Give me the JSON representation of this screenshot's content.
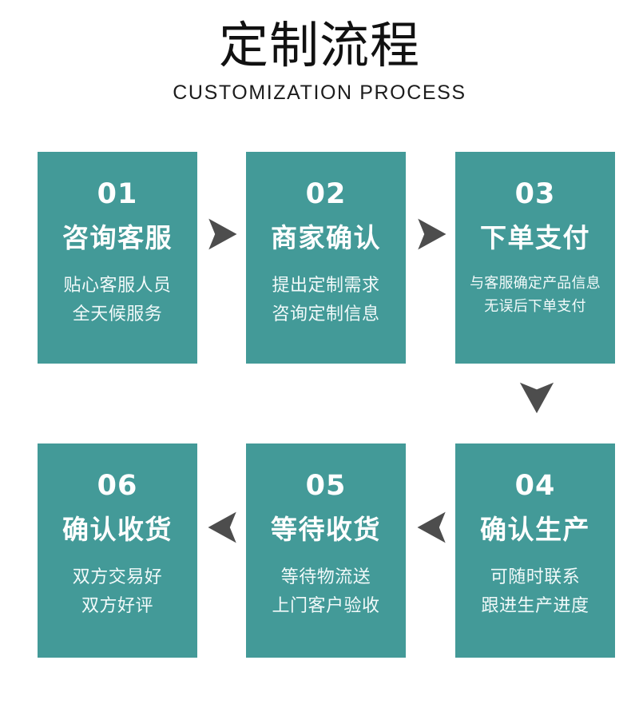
{
  "header": {
    "title": "定制流程",
    "subtitle": "CUSTOMIZATION PROCESS"
  },
  "theme": {
    "card_bg": "#439a98",
    "arrow_color": "#4d4d4d",
    "page_bg": "#ffffff",
    "card_text": "#ffffff"
  },
  "flow": {
    "rows": [
      {
        "cards": [
          {
            "number": "01",
            "title": "咨询客服",
            "desc_line1": "贴心客服人员",
            "desc_line2": "全天候服务"
          },
          {
            "number": "02",
            "title": "商家确认",
            "desc_line1": "提出定制需求",
            "desc_line2": "咨询定制信息"
          },
          {
            "number": "03",
            "title": "下单支付",
            "desc_line1": "与客服确定产品信息",
            "desc_line2": "无误后下单支付"
          }
        ]
      },
      {
        "cards": [
          {
            "number": "06",
            "title": "确认收货",
            "desc_line1": "双方交易好",
            "desc_line2": "双方好评"
          },
          {
            "number": "05",
            "title": "等待收货",
            "desc_line1": "等待物流送",
            "desc_line2": "上门客户验收"
          },
          {
            "number": "04",
            "title": "确认生产",
            "desc_line1": "可随时联系",
            "desc_line2": "跟进生产进度"
          }
        ]
      }
    ],
    "arrows": [
      {
        "name": "arrow-right-step1-to-step2",
        "direction": "right"
      },
      {
        "name": "arrow-right-step2-to-step3",
        "direction": "right"
      },
      {
        "name": "arrow-down-step3-to-step4",
        "direction": "down"
      },
      {
        "name": "arrow-left-step4-to-step5",
        "direction": "left"
      },
      {
        "name": "arrow-left-step5-to-step6",
        "direction": "left"
      }
    ]
  }
}
